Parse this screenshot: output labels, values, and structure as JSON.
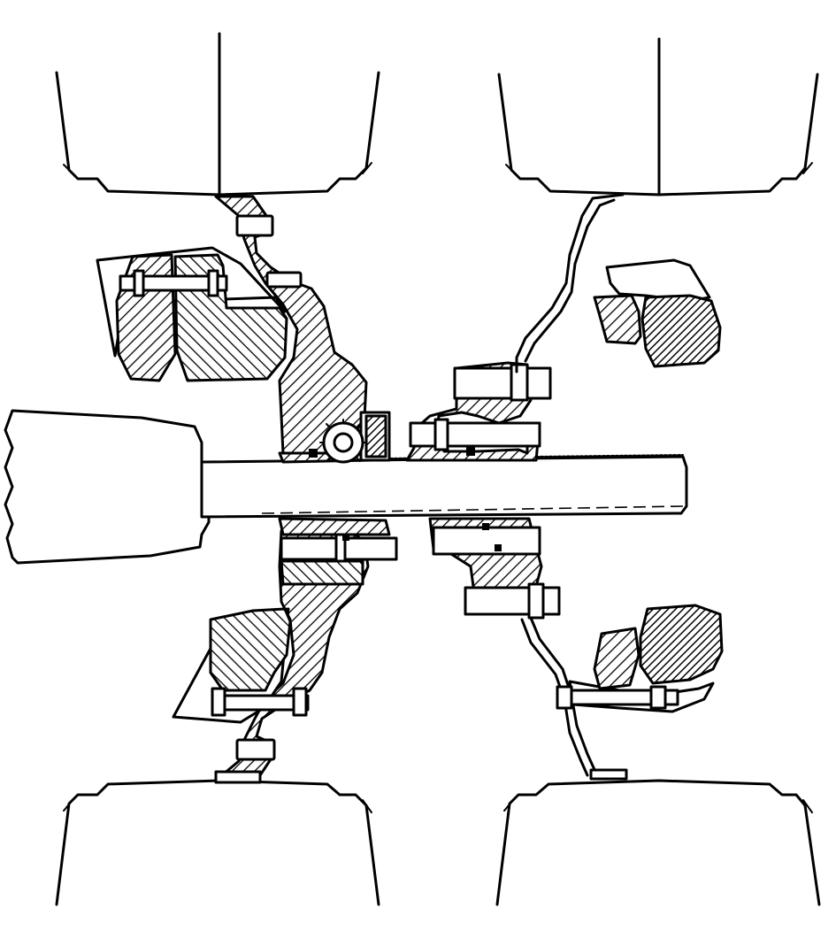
{
  "figure": {
    "type": "technical-cross-section",
    "subject": "dual-wheel-hub-and-axle-assembly",
    "labels": [],
    "colors": {
      "line": "#000000",
      "background": "#ffffff"
    },
    "parts": [
      "tire-upper-left",
      "tire-upper-right",
      "tire-lower-left",
      "tire-lower-right",
      "wheel-disc-left",
      "wheel-disc-right",
      "hub-left",
      "hub-right",
      "brake-drum-upper-left",
      "brake-drum-lower-left",
      "brake-drum-upper-right",
      "brake-drum-lower-right",
      "axle-shaft",
      "axle-housing",
      "drive-gear",
      "nut-and-bolts"
    ]
  }
}
